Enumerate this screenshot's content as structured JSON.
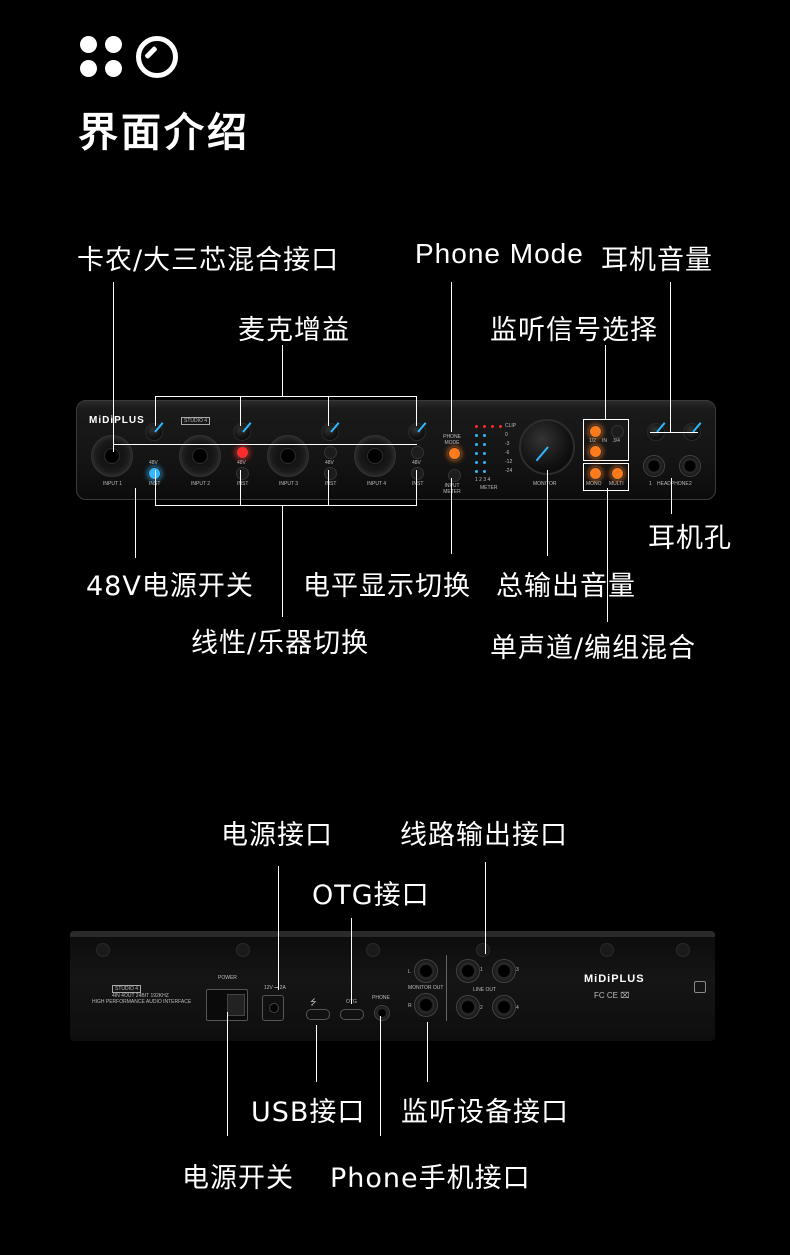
{
  "header": {
    "title": "界面介绍"
  },
  "front": {
    "brand": "MiDiPLUS",
    "model": "STUDIO 4",
    "input_labels": [
      "INPUT 1",
      "INPUT 2",
      "INPUT 3",
      "INPUT 4"
    ],
    "phantom_label": "48V",
    "inst_label": "INST",
    "phone_mode_label": "PHONE MODE",
    "input_meter_label": "INPUT METER",
    "meter_label": "METER",
    "meter_scale": [
      "CLIP",
      "0",
      "-3",
      "-6",
      "-12",
      "-24"
    ],
    "meter_channels": "1 2 3 4",
    "monitor_label": "MONITOR",
    "monitor_select": [
      "1/2",
      "IN",
      "3/4"
    ],
    "mono_label": "MONO",
    "multi_label": "MULTI",
    "headphone_labels": [
      "1",
      "HEADPHONE",
      "2"
    ],
    "callouts": {
      "combo_jack": "卡农/大三芯混合接口",
      "phone_mode": "Phone Mode",
      "headphone_volume": "耳机音量",
      "mic_gain": "麦克增益",
      "monitor_select": "监听信号选择",
      "headphone_jack": "耳机孔",
      "phantom": "48V电源开关",
      "meter_switch": "电平显示切换",
      "main_volume": "总输出音量",
      "line_inst": "线性/乐器切换",
      "mono_multi": "单声道/编组混合"
    },
    "led_colors": {
      "blue": "#2fb7ff",
      "red": "#ff2a2a",
      "orange": "#ff7a1a"
    }
  },
  "back": {
    "model_text": "STUDIO 4",
    "spec_line1": "4IN 4OUT 24BIT 192KHZ",
    "spec_line2": "HIGH PERFORMANCE AUDIO INTERFACE",
    "power_label": "POWER",
    "dc_label": "12V ⎓ 2A",
    "otg_label": "OTG",
    "phone_label": "PHONE",
    "monitor_out_label": "MONITOR OUT",
    "monitor_lr": [
      "L",
      "R"
    ],
    "line_out_label": "LINE OUT",
    "line_out_numbers": [
      "1",
      "3",
      "2",
      "4"
    ],
    "brand": "MiDiPLUS",
    "cert": "FC CE ⌧",
    "callouts": {
      "power_jack": "电源接口",
      "line_out": "线路输出接口",
      "otg": "OTG接口",
      "usb": "USB接口",
      "monitor_out": "监听设备接口",
      "power_switch": "电源开关",
      "phone_jack": "Phone手机接口"
    }
  }
}
